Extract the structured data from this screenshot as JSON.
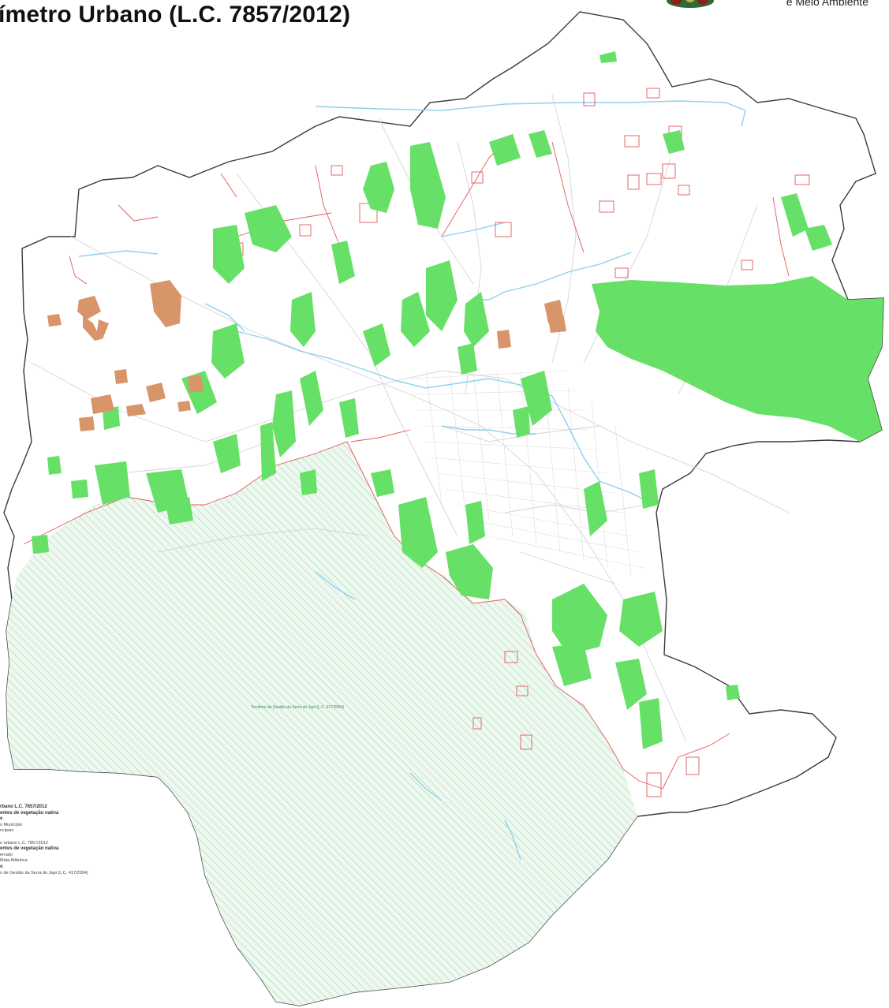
{
  "title": "ímetro Urbano (L.C. 7857/2012)",
  "logo": {
    "text": "e Meio Ambiente",
    "emblem_icon": "municipal-emblem-icon"
  },
  "center_label": "Território de Gestão da Serra do Japi (L.C. 417/2004)",
  "legend": [
    {
      "text": "rbano L.C. 7857/2012",
      "bold": true
    },
    {
      "text": "entes de vegetação nativa",
      "bold": true
    },
    {
      "text": "e",
      "bold": true
    },
    {
      "text": "o Município",
      "bold": false
    },
    {
      "text": "ncipais",
      "bold": false
    },
    {
      "text": "",
      "bold": false
    },
    {
      "text": "o urbano L.C. 7857/2012",
      "bold": false
    },
    {
      "text": "entes de vegetação nativa",
      "bold": true
    },
    {
      "text": "errado",
      "bold": false
    },
    {
      "text": "Mata Atlântica",
      "bold": false
    },
    {
      "text": "o",
      "bold": true
    },
    {
      "text": "o de Gestão da Serra do Japi (L.C. 417/2004)",
      "bold": false
    }
  ],
  "colors": {
    "boundary": "#3a3a3a",
    "urban_perimeter": "#e05a5a",
    "mata_atlantica": "#66e066",
    "cerrado": "#d9956a",
    "rivers": "#8fd0ef",
    "roads": "#d4d4d4",
    "serra_hatch": "#8cd59f",
    "serra_fill": "#eef8f0"
  }
}
